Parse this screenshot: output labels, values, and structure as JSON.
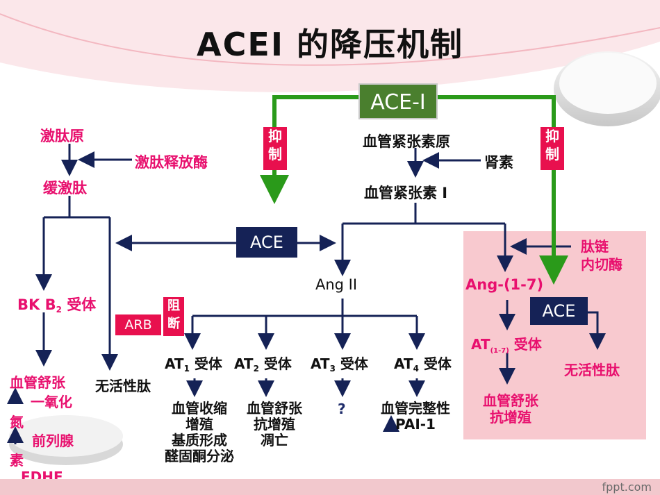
{
  "title": "ACEI 的降压机制",
  "ace_i": "ACE-I",
  "inhibit_left": "抑制",
  "inhibit_right": "抑制",
  "kininogen": "激肽原",
  "kallikrein": "激肽释放酶",
  "bradykinin": "缓激肽",
  "bk_b2_prefix": "BK B",
  "bk_b2_sub": "2",
  "bk_b2_suffix": " 受体",
  "inactive_peptide_left": "无活性肽",
  "vasodilation_left": "血管舒张",
  "no": "一氧化",
  "nitrogen": "氮",
  "prostaglandin": "前列腺",
  "su": "素",
  "edhf": "EDHF",
  "angiotensinogen": "血管紧张素原",
  "renin": "肾素",
  "angiotensin_i": "血管紧张素 Ⅰ",
  "ace_center": "ACE",
  "ang_ii": "Ang II",
  "arb": "ARB",
  "block": "阻断",
  "at_prefix": "AT",
  "receptor_suffix": " 受体",
  "at1_sub": "1",
  "at2_sub": "2",
  "at3_sub": "3",
  "at4_sub": "4",
  "at1_effects": [
    "血管收缩",
    "增殖",
    "基质形成",
    "醛固酮分泌"
  ],
  "at2_effects": [
    "血管舒张",
    "抗增殖",
    "凋亡"
  ],
  "at3_effect": "?",
  "at4_effects": [
    "血管完整性",
    "PAI-1"
  ],
  "endopeptidase": [
    "肽链",
    "内切酶"
  ],
  "ang_1_7": "Ang-(1-7)",
  "ace_right": "ACE",
  "at17_sub": "(1-7)",
  "inactive_peptide_right": "无活性肽",
  "right_effects": [
    "血管舒张",
    "抗增殖"
  ],
  "footer_brand": "fppt.com",
  "colors": {
    "navy": "#152256",
    "green": "#2a9a1a",
    "pink": "#e8106e",
    "panel": "#f8c9cf",
    "ace_i_box": "#4a7f2e"
  }
}
